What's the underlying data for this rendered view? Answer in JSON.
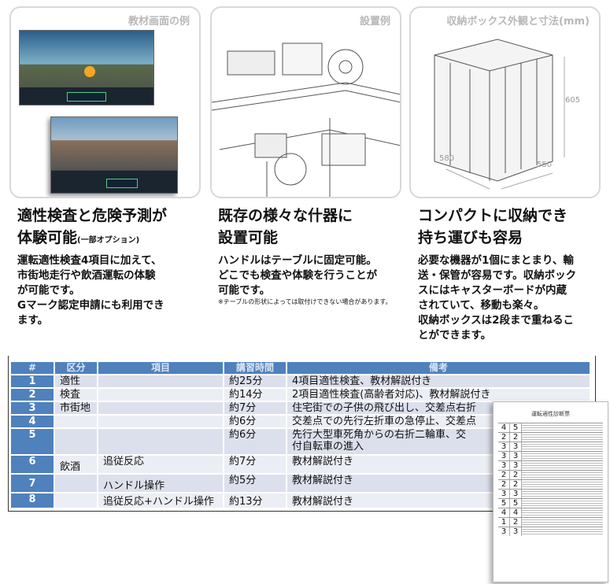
{
  "panels": [
    {
      "caption": "教材画面の例"
    },
    {
      "caption": "設置例"
    },
    {
      "caption": "収納ボックス外観と寸法(mm)",
      "dims": [
        "605",
        "580",
        "550"
      ]
    }
  ],
  "features": [
    {
      "heading1": "適性検査と危険予測が",
      "heading2": "体験可能",
      "heading_note": "(一部オプション)",
      "body": [
        "運転適性検査4項目に加えて、",
        "市街地走行や飲酒運転の体験",
        "が可能です。",
        "Gマーク認定申請にも利用でき",
        "ます。"
      ]
    },
    {
      "heading1": "既存の様々な什器に",
      "heading2": "設置可能",
      "body": [
        "ハンドルはテーブルに固定可能。",
        "どこでも検査や体験を行うことが",
        "可能です。"
      ],
      "note": "※テーブルの形状によっては取付けできない場合があります。"
    },
    {
      "heading1": "コンパクトに収納でき",
      "heading2": "持ち運びも容易",
      "body": [
        "必要な機器が1個にまとまり、輸",
        "送・保管が容易です。収納ボック",
        "スにはキャスターボードが内蔵",
        "されていて、移動も楽々。",
        "収納ボックスは2段まで重ねるこ",
        "とができます。"
      ]
    }
  ],
  "table": {
    "headers": [
      "#",
      "区分",
      "項目",
      "講習時間",
      "備考"
    ],
    "rows": [
      {
        "no": "1",
        "category": "適性",
        "item": "",
        "time": "約25分",
        "remark": "4項目適性検査、教材解説付き"
      },
      {
        "no": "2",
        "category": "検査",
        "item": "",
        "time": "約14分",
        "remark": "2項目適性検査(高齢者対応)、教材解説付き"
      },
      {
        "no": "3",
        "category": "市街地",
        "item": "",
        "time": "約7分",
        "remark": "住宅街での子供の飛び出し、交差点右折"
      },
      {
        "no": "4",
        "category": "",
        "item": "",
        "time": "約6分",
        "remark": "交差点での先行左折車の急停止、交差点"
      },
      {
        "no": "5",
        "category": "",
        "item": "",
        "time": "約6分",
        "remark": "先行大型車死角からの右折二輪車、交",
        "remark2": "付自転車の進入"
      },
      {
        "no": "6",
        "category": "飲酒",
        "item": "追従反応",
        "time": "約7分",
        "remark": "教材解説付き"
      },
      {
        "no": "7",
        "category": "",
        "item": "ハンドル操作",
        "time": "約5分",
        "remark": "教材解説付き"
      },
      {
        "no": "8",
        "category": "",
        "item": "追従反応+ハンドル操作",
        "time": "約13分",
        "remark": "教材解説付き"
      }
    ]
  },
  "report": {
    "title": "運転適性診断票",
    "scores": [
      [
        "4",
        "5"
      ],
      [
        "2",
        "2"
      ],
      [
        "3",
        "3"
      ],
      [
        "3",
        "3"
      ],
      [
        "3",
        "3"
      ],
      [
        "2",
        "2"
      ],
      [
        "2",
        "2"
      ],
      [
        "3",
        "3"
      ],
      [
        "5",
        "5"
      ],
      [
        "4",
        "4"
      ],
      [
        "1",
        "2"
      ],
      [
        "3",
        "3"
      ]
    ]
  }
}
